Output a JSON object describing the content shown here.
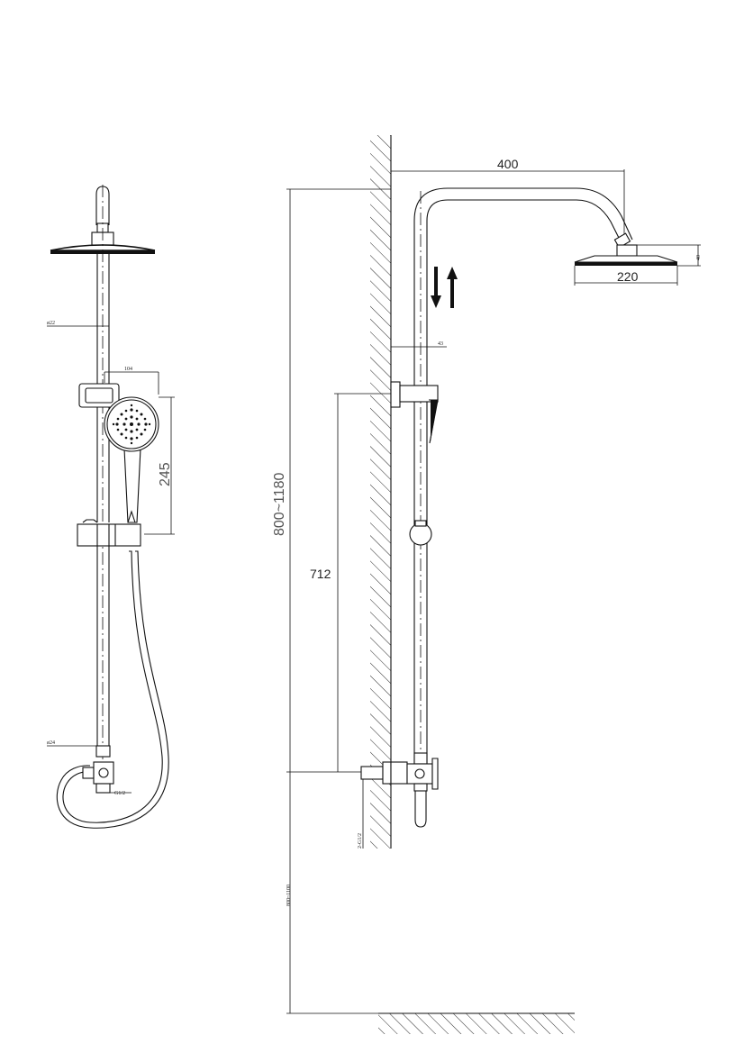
{
  "drawing": {
    "front_view": {
      "pipe_diameter_label": "ø22",
      "inlet_diameter_label": "ø24",
      "soap_dish_width_label": "104",
      "handshower_height_label": "245",
      "inlet_thread_label": "G1/2"
    },
    "side_view": {
      "arm_reach_label": "400",
      "head_diameter_label": "220",
      "head_height_label": "40",
      "wall_offset_label": "43",
      "total_height_label": "800~1180",
      "rail_height_label": "712",
      "inlet_label": "2-G1/2",
      "floor_height_label": "800~1100"
    }
  }
}
